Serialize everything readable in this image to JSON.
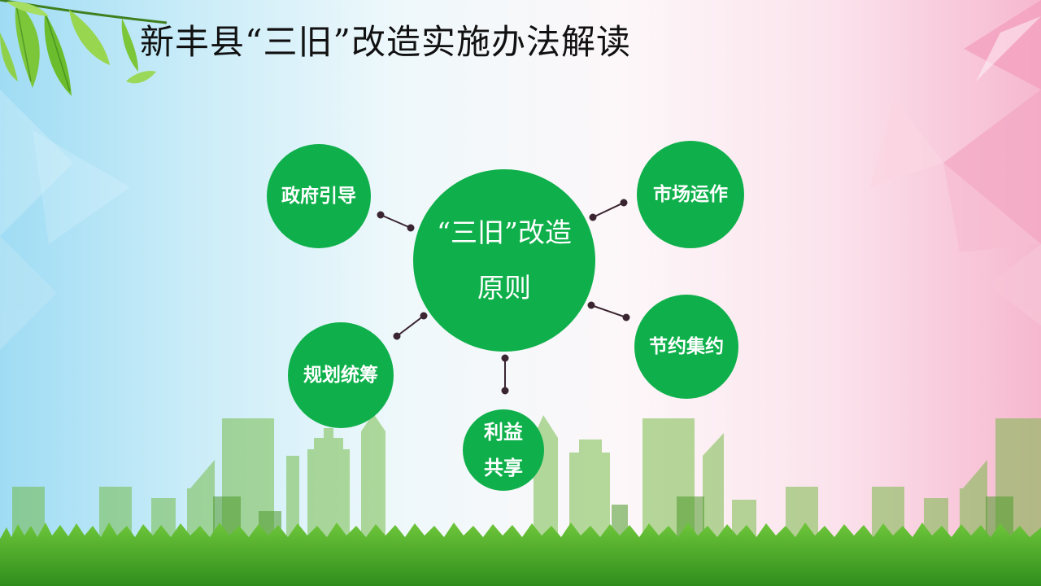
{
  "slide": {
    "title": "新丰县“三旧”改造实施办法解读",
    "colors": {
      "node_green": "#0fb04b",
      "connector": "#3a2530",
      "text": "#111111"
    }
  },
  "diagram": {
    "center": {
      "line1": "“三旧”改造",
      "line2": "原则"
    },
    "principles": {
      "government_guidance": "政府引导",
      "market_operation": "市场运作",
      "economical_intensive": "节约集约",
      "benefit_sharing_line1": "利益",
      "benefit_sharing_line2": "共享",
      "planning_coordination": "规划统筹"
    }
  }
}
